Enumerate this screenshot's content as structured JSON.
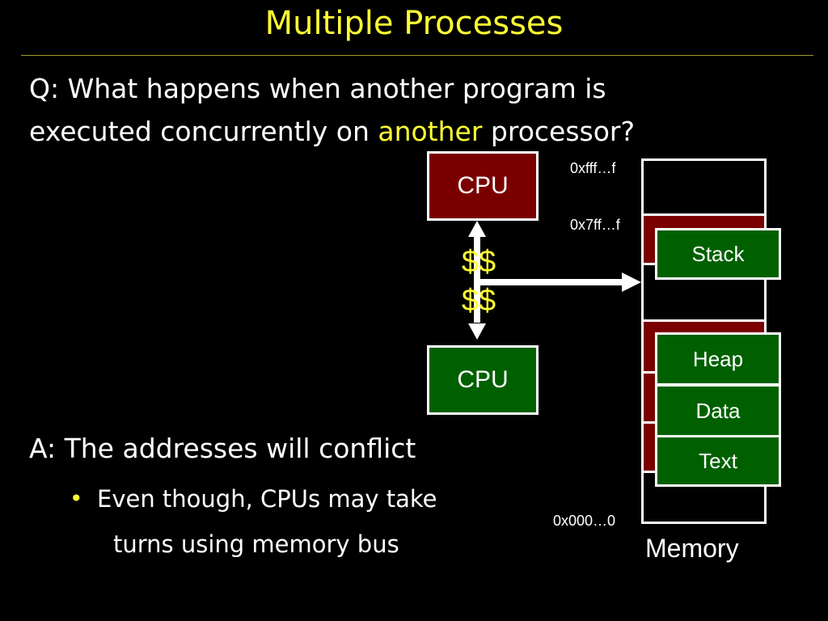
{
  "slide": {
    "title": "Multiple Processes",
    "question": {
      "line1": "Q: What happens when another program is",
      "line2_before": "executed concurrently on ",
      "line2_highlight": "another",
      "line2_after": " processor?"
    },
    "answer": "A:  The addresses will conflict",
    "bullet": {
      "line1": "Even though, CPUs may take",
      "line2": "turns using memory bus"
    }
  },
  "diagram": {
    "cpu_top_label": "CPU",
    "cpu_bottom_label": "CPU",
    "cache_line1": "$$",
    "cache_line2": "$$",
    "addresses": {
      "top": "0xfff…f",
      "stack_top": "0x7ff…f",
      "bottom": "0x000…0"
    },
    "segments": {
      "stack": "Stack",
      "heap": "Heap",
      "data": "Data",
      "text": "Text"
    },
    "memory_label": "Memory"
  },
  "colors": {
    "background": "#000000",
    "title": "#ffff33",
    "highlight": "#ffff33",
    "red_box": "#7a0000",
    "green_box": "#006000"
  }
}
